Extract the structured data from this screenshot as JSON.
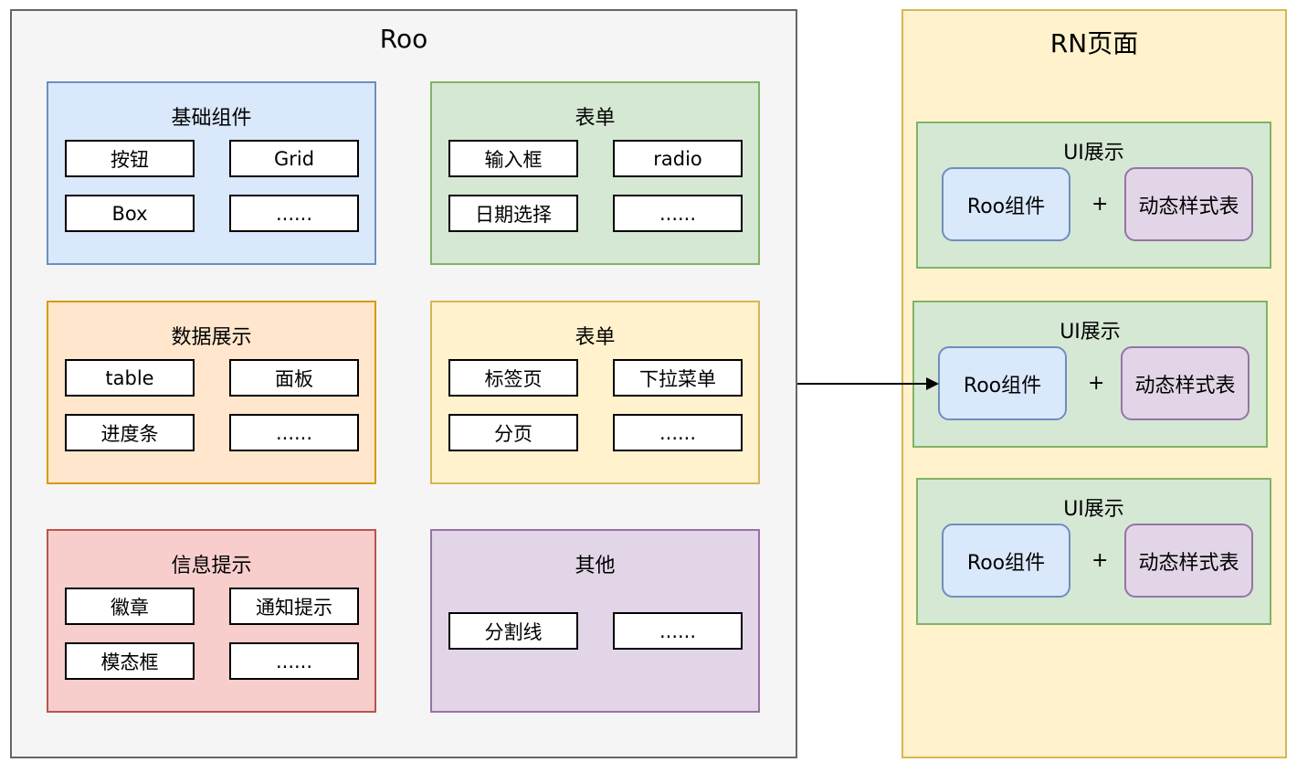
{
  "roo": {
    "title": "Roo",
    "groups": [
      {
        "title": "基础组件",
        "items": [
          "按钮",
          "Grid",
          "Box",
          "......"
        ]
      },
      {
        "title": "表单",
        "items": [
          "输入框",
          "radio",
          "日期选择",
          "......"
        ]
      },
      {
        "title": "数据展示",
        "items": [
          "table",
          "面板",
          "进度条",
          "......"
        ]
      },
      {
        "title": "表单",
        "items": [
          "标签页",
          "下拉菜单",
          "分页",
          "......"
        ]
      },
      {
        "title": "信息提示",
        "items": [
          "徽章",
          "通知提示",
          "模态框",
          "......"
        ]
      },
      {
        "title": "其他",
        "items": [
          "分割线",
          "......"
        ]
      }
    ]
  },
  "rn_page": {
    "title": "RN页面",
    "panels": [
      {
        "title": "UI展示",
        "component": "Roo组件",
        "plus": "+",
        "style": "动态样式表"
      },
      {
        "title": "UI展示",
        "component": "Roo组件",
        "plus": "+",
        "style": "动态样式表"
      },
      {
        "title": "UI展示",
        "component": "Roo组件",
        "plus": "+",
        "style": "动态样式表"
      }
    ]
  },
  "colors": {
    "roo_fill": "#f5f5f5",
    "rn_fill": "#fff2cc",
    "blue": "#dae8fc",
    "green": "#d5e8d4",
    "orange": "#ffe6cc",
    "yellow": "#fff2cc",
    "red": "#f8cecc",
    "purple": "#e1d5e7"
  }
}
